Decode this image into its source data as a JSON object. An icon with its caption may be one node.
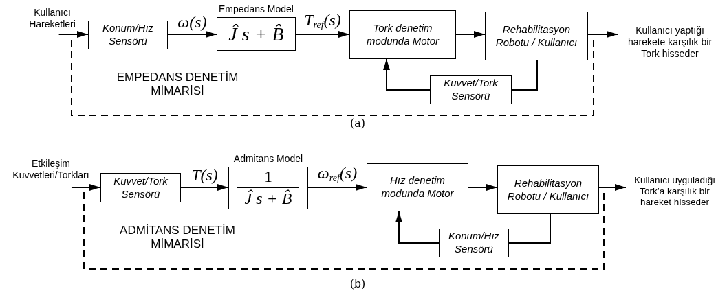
{
  "diagram": {
    "nodes": [
      {
        "text": [
          "Kullanıcı Hareketleri"
        ]
      },
      {
        "text": [
          "Konum/Hız Sensörü"
        ]
      },
      {
        "text": [
          "Empedans Model",
          "Ĵ s + B̂"
        ]
      },
      {
        "text": [
          "Tork denetim modunda Motor"
        ]
      },
      {
        "text": [
          "Rehabilitasyon Robotu / Kullanıcı"
        ]
      },
      {
        "text": [
          "Kuvvet/Tork Sensörü"
        ]
      },
      {
        "text": [
          "Kullanıcı yaptığı harekete karşılık bir Tork hisseder"
        ]
      },
      {
        "text": [
          "Etkileşim Kuvvetleri/Torkları"
        ]
      },
      {
        "text": [
          "Kuvvet/Tork Sensörü"
        ]
      },
      {
        "text": [
          "Admitans Model",
          "1",
          "Ĵ s + B̂"
        ]
      },
      {
        "text": [
          "Hız denetim modunda Motor"
        ]
      },
      {
        "text": [
          "Rehabilitasyon Robotu / Kullanıcı"
        ]
      },
      {
        "text": [
          "Konum/Hız Sensörü"
        ]
      },
      {
        "text": [
          "Kullanıcı uyguladığı Tork’a karşılık bir hareket hisseder"
        ]
      }
    ],
    "edges": [
      {
        "from": 0,
        "to": 1,
        "arrow": "to"
      },
      {
        "from": 1,
        "to": 2,
        "arrow": "to",
        "label": "ω(s)"
      },
      {
        "from": 2,
        "to": 3,
        "arrow": "to",
        "label": "T$_{ref}$(s)"
      },
      {
        "from": 3,
        "to": 4,
        "arrow": "to"
      },
      {
        "from": 4,
        "to": 6,
        "arrow": "to"
      },
      {
        "from": 4,
        "to": 5,
        "arrow": "none"
      },
      {
        "from": 5,
        "to": 3,
        "arrow": "to"
      },
      {
        "from": 7,
        "to": 8,
        "arrow": "to"
      },
      {
        "from": 8,
        "to": 9,
        "arrow": "to",
        "label": "T(s)"
      },
      {
        "from": 9,
        "to": 10,
        "arrow": "to",
        "label": "ω$_{ref}$(s)"
      },
      {
        "from": 10,
        "to": 11,
        "arrow": "to"
      },
      {
        "from": 11,
        "to": 13,
        "arrow": "to"
      },
      {
        "from": 11,
        "to": 12,
        "arrow": "none"
      },
      {
        "from": 12,
        "to": 10,
        "arrow": "to"
      }
    ],
    "labels": [
      "EMPEDANS DENETİM MİMARİSİ",
      "(a)",
      "ADMİTANS DENETİM MİMARİSİ",
      "(b)"
    ]
  }
}
